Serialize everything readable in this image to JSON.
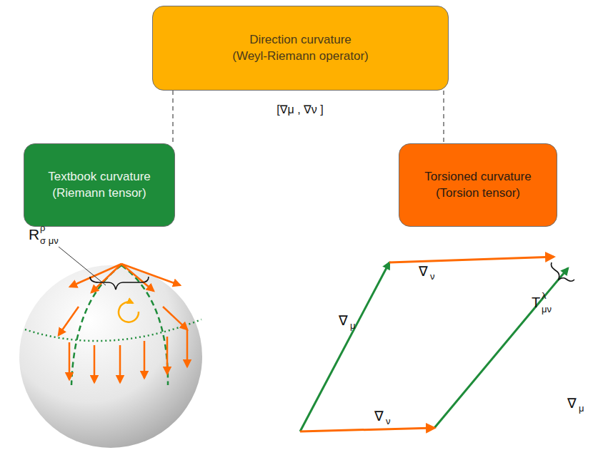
{
  "diagram": {
    "nodes": [
      {
        "text": [
          "Direction curvature",
          "(Weyl-Riemann operator)"
        ]
      },
      {
        "text": [
          "Textbook curvature",
          "(Riemann tensor)"
        ]
      },
      {
        "text": [
          "Torsioned curvature",
          "(Torsion tensor)"
        ]
      }
    ],
    "edges": [
      {
        "from": 0,
        "to": 1,
        "arrow": "none"
      },
      {
        "from": 0,
        "to": 2,
        "arrow": "none"
      }
    ],
    "labels": [
      "[∇μ , ∇ν ]",
      "R",
      "ρ",
      "σ μν",
      "∇",
      "ν",
      "T",
      "λ",
      "μν",
      "∇",
      "μ",
      "∇",
      "μ",
      "∇",
      "ν"
    ]
  }
}
